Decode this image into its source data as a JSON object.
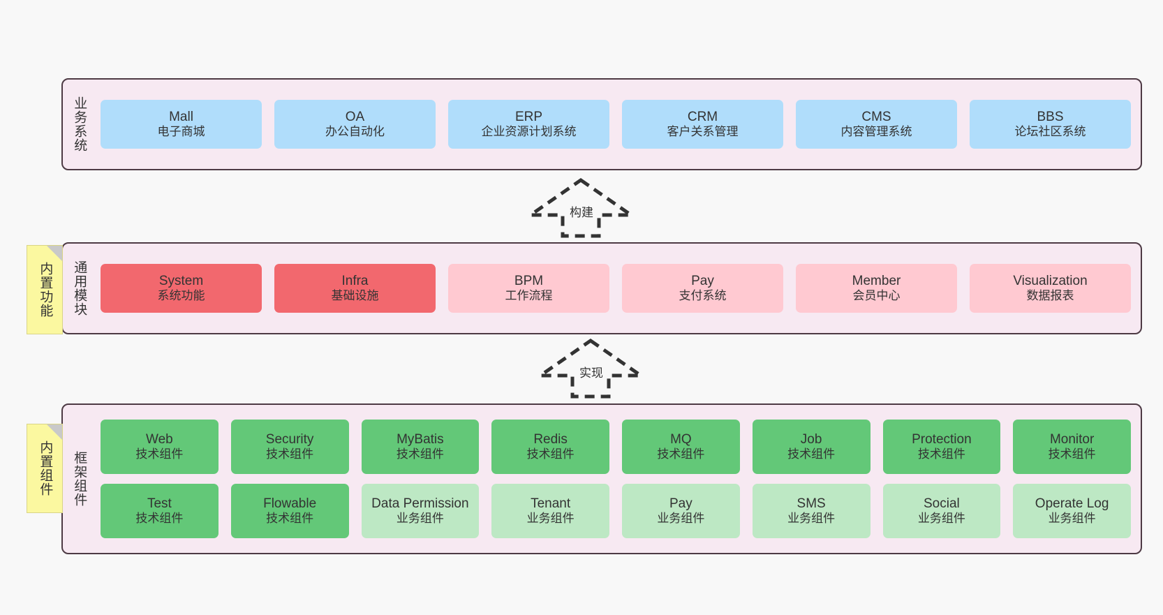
{
  "diagram": {
    "background_color": "#f8f8f8",
    "layer_bg_color": "#f7e9f2",
    "layer_border_color": "#4d3a44",
    "note_color": "#fbf8a0",
    "colors": {
      "business_card": "#b0ddfb",
      "module_active": "#f2686e",
      "module_planned": "#ffc9d1",
      "tech_component": "#63c878",
      "biz_component": "#bde8c4"
    }
  },
  "layers": [
    {
      "id": "business",
      "title": "业务系统",
      "rows": [
        {
          "cards": [
            {
              "en": "Mall",
              "cn": "电子商城",
              "color": "blue"
            },
            {
              "en": "OA",
              "cn": "办公自动化",
              "color": "blue"
            },
            {
              "en": "ERP",
              "cn": "企业资源计划系统",
              "color": "blue"
            },
            {
              "en": "CRM",
              "cn": "客户关系管理",
              "color": "blue"
            },
            {
              "en": "CMS",
              "cn": "内容管理系统",
              "color": "blue"
            },
            {
              "en": "BBS",
              "cn": "论坛社区系统",
              "color": "blue"
            }
          ]
        }
      ]
    },
    {
      "id": "common",
      "title": "通用模块",
      "rows": [
        {
          "cards": [
            {
              "en": "System",
              "cn": "系统功能",
              "color": "red"
            },
            {
              "en": "Infra",
              "cn": "基础设施",
              "color": "red"
            },
            {
              "en": "BPM",
              "cn": "工作流程",
              "color": "pink"
            },
            {
              "en": "Pay",
              "cn": "支付系统",
              "color": "pink"
            },
            {
              "en": "Member",
              "cn": "会员中心",
              "color": "pink"
            },
            {
              "en": "Visualization",
              "cn": "数据报表",
              "color": "pink"
            }
          ]
        }
      ]
    },
    {
      "id": "framework",
      "title": "框架组件",
      "rows": [
        {
          "cards": [
            {
              "en": "Web",
              "cn": "技术组件",
              "color": "green"
            },
            {
              "en": "Security",
              "cn": "技术组件",
              "color": "green"
            },
            {
              "en": "MyBatis",
              "cn": "技术组件",
              "color": "green"
            },
            {
              "en": "Redis",
              "cn": "技术组件",
              "color": "green"
            },
            {
              "en": "MQ",
              "cn": "技术组件",
              "color": "green"
            },
            {
              "en": "Job",
              "cn": "技术组件",
              "color": "green"
            },
            {
              "en": "Protection",
              "cn": "技术组件",
              "color": "green"
            },
            {
              "en": "Monitor",
              "cn": "技术组件",
              "color": "green"
            }
          ]
        },
        {
          "cards": [
            {
              "en": "Test",
              "cn": "技术组件",
              "color": "green"
            },
            {
              "en": "Flowable",
              "cn": "技术组件",
              "color": "green"
            },
            {
              "en": "Data Permission",
              "cn": "业务组件",
              "color": "lightgreen"
            },
            {
              "en": "Tenant",
              "cn": "业务组件",
              "color": "lightgreen"
            },
            {
              "en": "Pay",
              "cn": "业务组件",
              "color": "lightgreen"
            },
            {
              "en": "SMS",
              "cn": "业务组件",
              "color": "lightgreen"
            },
            {
              "en": "Social",
              "cn": "业务组件",
              "color": "lightgreen"
            },
            {
              "en": "Operate Log",
              "cn": "业务组件",
              "color": "lightgreen"
            }
          ]
        }
      ]
    }
  ],
  "notes": [
    {
      "id": "note-common",
      "text": "内置功能"
    },
    {
      "id": "note-framework",
      "text": "内置组件"
    }
  ],
  "arrows": [
    {
      "id": "arrow-build",
      "label": "构建",
      "direction": "up",
      "style": "dashed-hollow"
    },
    {
      "id": "arrow-impl",
      "label": "实现",
      "direction": "up",
      "style": "dashed-hollow"
    }
  ]
}
